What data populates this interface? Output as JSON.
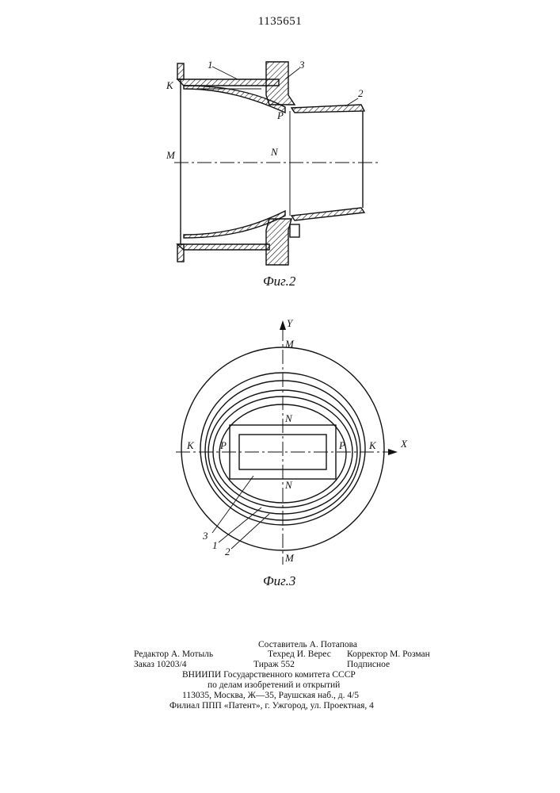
{
  "patent_number": "1135651",
  "fig2": {
    "caption": "Фиг.2",
    "labels": {
      "k": "K",
      "m": "M",
      "n": "N",
      "p": "P",
      "one": "1",
      "two": "2",
      "three": "3"
    }
  },
  "fig3": {
    "caption": "Фиг.3",
    "labels": {
      "y": "Y",
      "x": "X",
      "m_top": "M",
      "m_bottom": "M",
      "n_top": "N",
      "n_bottom": "N",
      "k_left": "K",
      "k_right": "K",
      "p_left": "P",
      "p_right": "P",
      "three": "3",
      "one": "1",
      "two": "2"
    }
  },
  "footer": {
    "compiler": "Составитель А. Потапова",
    "editor": "Редактор А. Мотыль",
    "techred": "Техред И. Верес",
    "corrector": "Корректор М. Розман",
    "order": "Заказ 10203/4",
    "circulation": "Тираж 552",
    "signed": "Подписное",
    "org1": "ВНИИПИ Государственного комитета СССР",
    "org2": "по делам изобретений и открытий",
    "address": "113035, Москва, Ж—35, Раушская наб., д. 4/5",
    "branch": "Филиал ППП «Патент», г. Ужгород, ул. Проектная, 4"
  }
}
